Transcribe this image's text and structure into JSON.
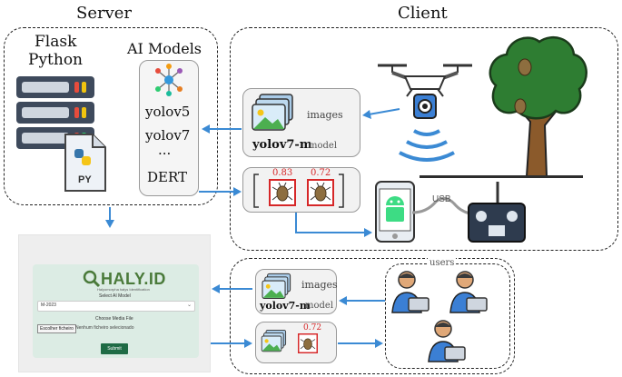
{
  "titles": {
    "server": "Server",
    "client": "Client"
  },
  "server": {
    "stack_label_line1": "Flask",
    "stack_label_line2": "Python",
    "py_file_label": "PY",
    "ai_models": {
      "title": "AI Models",
      "items": [
        "yolov5",
        "yolov7",
        "···",
        "DERT"
      ]
    }
  },
  "client_top": {
    "images_label": "images",
    "model_name": "yolov7-m",
    "model_suffix": "model",
    "detections": [
      "0.83",
      "0.72"
    ],
    "usb_label": "USB"
  },
  "client_bottom": {
    "images_label": "images",
    "model_name": "yolov7-m",
    "model_suffix": "model",
    "users_label": "users",
    "detection": "0.72"
  },
  "web_form": {
    "brand": "HALY.ID",
    "tagline": "Halyomorpha halys Identification",
    "select_label": "Select AI Model",
    "select_value": "M-2023",
    "file_label": "Choose Media File",
    "file_button": "Escolher ficheiro",
    "file_status": "Nenhum ficheiro selecionado",
    "submit": "Submit"
  },
  "colors": {
    "arrow": "#3b8ad4",
    "detection_box": "#d62728",
    "tree_foliage": "#2e7d32",
    "form_submit": "#1f6b45"
  }
}
